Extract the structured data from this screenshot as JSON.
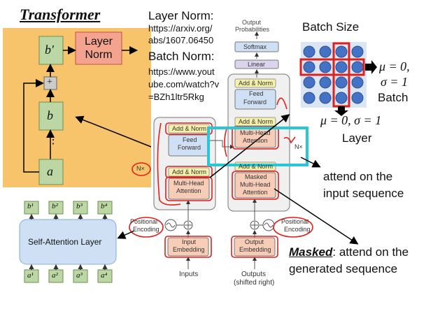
{
  "left": {
    "title": "Transformer",
    "block": {
      "b_prime": "b′",
      "plus": "+",
      "b": "b",
      "dots": "⋮",
      "a": "a",
      "layer_norm": "Layer\nNorm"
    },
    "self_attention": {
      "label": "Self-Attention Layer",
      "outputs": [
        "b¹",
        "b²",
        "b³",
        "b⁴"
      ],
      "inputs": [
        "a¹",
        "a²",
        "a³",
        "a⁴"
      ]
    }
  },
  "refs": {
    "layer_norm_title": "Layer Norm:",
    "layer_norm_url": [
      "https://arxiv.org/",
      "abs/1607.06450"
    ],
    "batch_norm_title": "Batch Norm:",
    "batch_norm_url": [
      "https://www.yout",
      "ube.com/watch?v",
      "=BZh1ltr5Rkg"
    ]
  },
  "transformer": {
    "output_probabilities": [
      "Output",
      "Probabilities"
    ],
    "softmax": "Softmax",
    "linear": "Linear",
    "add_norm": "Add & Norm",
    "feed_forward": [
      "Feed",
      "Forward"
    ],
    "multi_head_attention": [
      "Multi-Head",
      "Attention"
    ],
    "masked_multi_head_attention": [
      "Masked",
      "Multi-Head",
      "Attention"
    ],
    "nx": "N×",
    "positional_encoding": [
      "Positional",
      "Encoding"
    ],
    "input_embedding": [
      "Input",
      "Embedding"
    ],
    "output_embedding": [
      "Output",
      "Embedding"
    ],
    "inputs": "Inputs",
    "outputs": [
      "Outputs",
      "(shifted right)"
    ]
  },
  "norm_panel": {
    "batch_size": "Batch Size",
    "mu_sigma_batch": [
      "μ = 0,",
      "σ = 1"
    ],
    "batch": "Batch",
    "mu_sigma_layer": "μ = 0, σ = 1",
    "layer": "Layer"
  },
  "annotations": {
    "attend_input": [
      "attend on the",
      "input sequence"
    ],
    "masked_word": "Masked",
    "masked_rest": ": attend on the",
    "generated": "generated sequence"
  },
  "colors": {
    "orange_bg": "#f7c46c",
    "green_box": "#bcd7a4",
    "salmon_box": "#f4a38f",
    "blue_box": "#cfe0f4",
    "grid_blue": "#4472c4",
    "red_ink": "#e0201a",
    "cyan_box": "#28c7d4"
  }
}
